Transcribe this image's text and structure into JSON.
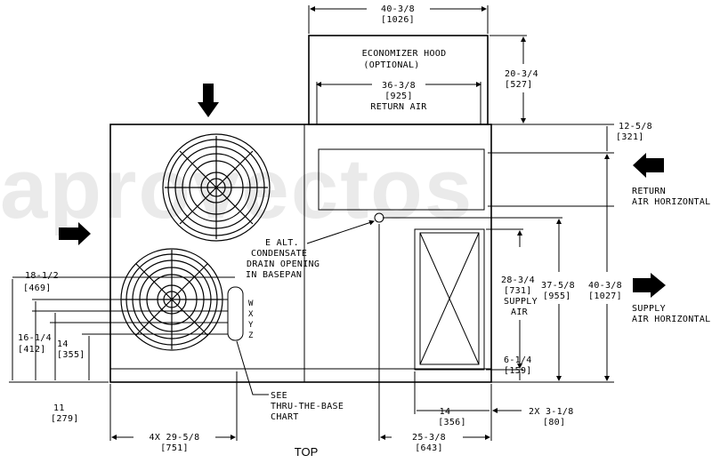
{
  "watermark": "aprovectos",
  "title": "TOP",
  "hood": {
    "title": "ECONOMIZER HOOD",
    "subtitle": "(OPTIONAL)",
    "width_in": "40-3/8",
    "width_mm": "[1026]",
    "depth_in": "20-3/4",
    "depth_mm": "[527]",
    "return_width_in": "36-3/8",
    "return_width_mm": "[925]",
    "return_label": "RETURN AIR"
  },
  "right_side": {
    "top_offset_in": "12-5/8",
    "top_offset_mm": "[321]",
    "return_label_1": "RETURN",
    "return_label_2": "AIR HORIZONTAL",
    "supply_label_1": "SUPPLY",
    "supply_label_2": "AIR HORIZONTAL",
    "supply_height_in": "28-3/4",
    "supply_height_mm": "[731]",
    "supply_word_1": "SUPPLY",
    "supply_word_2": "AIR",
    "drain_height_in": "37-5/8",
    "drain_height_mm": "[955]",
    "unit_depth_in": "40-3/8",
    "unit_depth_mm": "[1027]",
    "supply_bottom_in": "6-1/4",
    "supply_bottom_mm": "[159]"
  },
  "condensate": {
    "line1": "E ALT.",
    "line2": "CONDENSATE",
    "line3": "DRAIN OPENING",
    "line4": "IN BASEPAN"
  },
  "left_side": {
    "dim1_in": "18-1/2",
    "dim1_mm": "[469]",
    "dim2_in": "16-1/4",
    "dim2_mm": "[412]",
    "dim3_in": "14",
    "dim3_mm": "[355]",
    "dim4_in": "11",
    "dim4_mm": "[279]"
  },
  "connections": [
    "W",
    "X",
    "Y",
    "Z"
  ],
  "thru_base": {
    "line1": "SEE",
    "line2": "THRU-THE-BASE",
    "line3": "CHART"
  },
  "bottom": {
    "left_in": "4X 29-5/8",
    "left_mm": "[751]",
    "supply_w_in": "14",
    "supply_w_mm": "[356]",
    "offset_in": "2X 3-1/8",
    "offset_mm": "[80]",
    "total_in": "25-3/8",
    "total_mm": "[643]"
  }
}
